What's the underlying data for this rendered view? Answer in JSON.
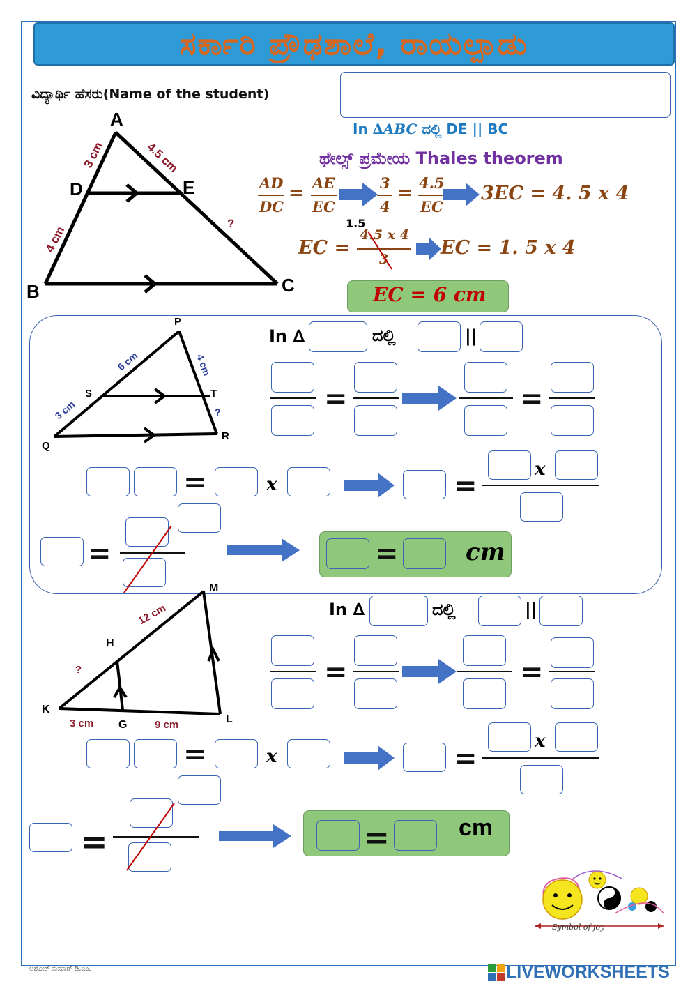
{
  "header": {
    "school_name": "ಸರ್ಕಾರಿ ಪ್ರೌಢಶಾಲೆ, ರಾಯಲ್ಪಾಡು",
    "student_name_label": "ವಿದ್ಯಾರ್ಥಿ ಹೆಸರು(Name of the student)",
    "student_name_value": ""
  },
  "example": {
    "vertices": {
      "A": "A",
      "B": "B",
      "C": "C",
      "D": "D",
      "E": "E"
    },
    "side_labels": {
      "AD": "3 cm",
      "AE": "4.5 cm",
      "DB": "4 cm",
      "EC": "?"
    },
    "line1": {
      "in": "In",
      "triangle": "∆ABC",
      "dalli": "ದಲ್ಲಿ",
      "parallel": "DE || BC"
    },
    "theorem": "ಥೇಲ್ಸ್ ಪ್ರಮೇಯ Thales theorem",
    "frac1": {
      "num": "AD",
      "den": "DC"
    },
    "frac2": {
      "num": "AE",
      "den": "EC"
    },
    "frac3": {
      "num": "3",
      "den": "4"
    },
    "frac4": {
      "num": "4.5",
      "den": "EC"
    },
    "result1": "3EC = 4. 5 x 4",
    "ec_label": "EC =",
    "frac5": {
      "num": "4.5 x 4",
      "den": "3"
    },
    "cancel_note": "1.5",
    "result2": "EC = 1. 5 x 4",
    "answer": "EC = 6 cm",
    "equals": "="
  },
  "problem1": {
    "vertices": {
      "P": "P",
      "Q": "Q",
      "R": "R",
      "S": "S",
      "T": "T"
    },
    "side_labels": {
      "PS": "6 cm",
      "PT": "4 cm",
      "SQ": "3 cm",
      "TR": "?"
    },
    "in": "In ∆",
    "dalli": "ದಲ್ಲಿ",
    "parallel": "||",
    "times": "x",
    "unit": "cm",
    "answers": {
      "triangle": "",
      "line1": "",
      "line2": "",
      "n1": "",
      "d1": "",
      "n2": "",
      "d2": "",
      "n3": "",
      "d3": "",
      "n4": "",
      "d4": "",
      "a1": "",
      "a2": "",
      "a3": "",
      "a4": "",
      "x": "",
      "fn1": "",
      "fn2": "",
      "fd": "",
      "ans": "",
      "cn": "",
      "cd": "",
      "ce": "",
      "gl": "",
      "gr": ""
    }
  },
  "problem2": {
    "vertices": {
      "K": "K",
      "L": "L",
      "M": "M",
      "H": "H",
      "G": "G"
    },
    "side_labels": {
      "HM": "12 cm",
      "KH": "?",
      "KG": "3 cm",
      "GL": "9 cm"
    },
    "in": "In ∆",
    "dalli": "ದಲ್ಲಿ",
    "parallel": "||",
    "times": "x",
    "unit": "cm",
    "answers": {
      "triangle": "",
      "line1": "",
      "line2": "",
      "n1": "",
      "d1": "",
      "n2": "",
      "d2": "",
      "n3": "",
      "d3": "",
      "n4": "",
      "d4": "",
      "a1": "",
      "a2": "",
      "a3": "",
      "a4": "",
      "x": "",
      "fn1": "",
      "fn2": "",
      "fd": "",
      "ans": "",
      "cn": "",
      "cd": "",
      "ce": "",
      "gl": "",
      "gr": ""
    }
  },
  "footer": {
    "author": "ಅಶೋಕ್ ಕುಮಾರ್ ಡಿ.ಎಂ.",
    "brand": "LIVEWORKSHEETS",
    "logo_caption": "Symbol of joy"
  },
  "colors": {
    "banner_bg": "#2f9bd6",
    "banner_text": "#d6661e",
    "box_border": "#3c64b4",
    "answer_green": "#8fc77b",
    "arrow_blue": "#4472c4",
    "label_red": "#8b1a2b",
    "label_blue": "#2a3a9a",
    "theorem_purple": "#7030a0",
    "heading_blue": "#1f7ac0",
    "math_brown": "#8b4513"
  }
}
